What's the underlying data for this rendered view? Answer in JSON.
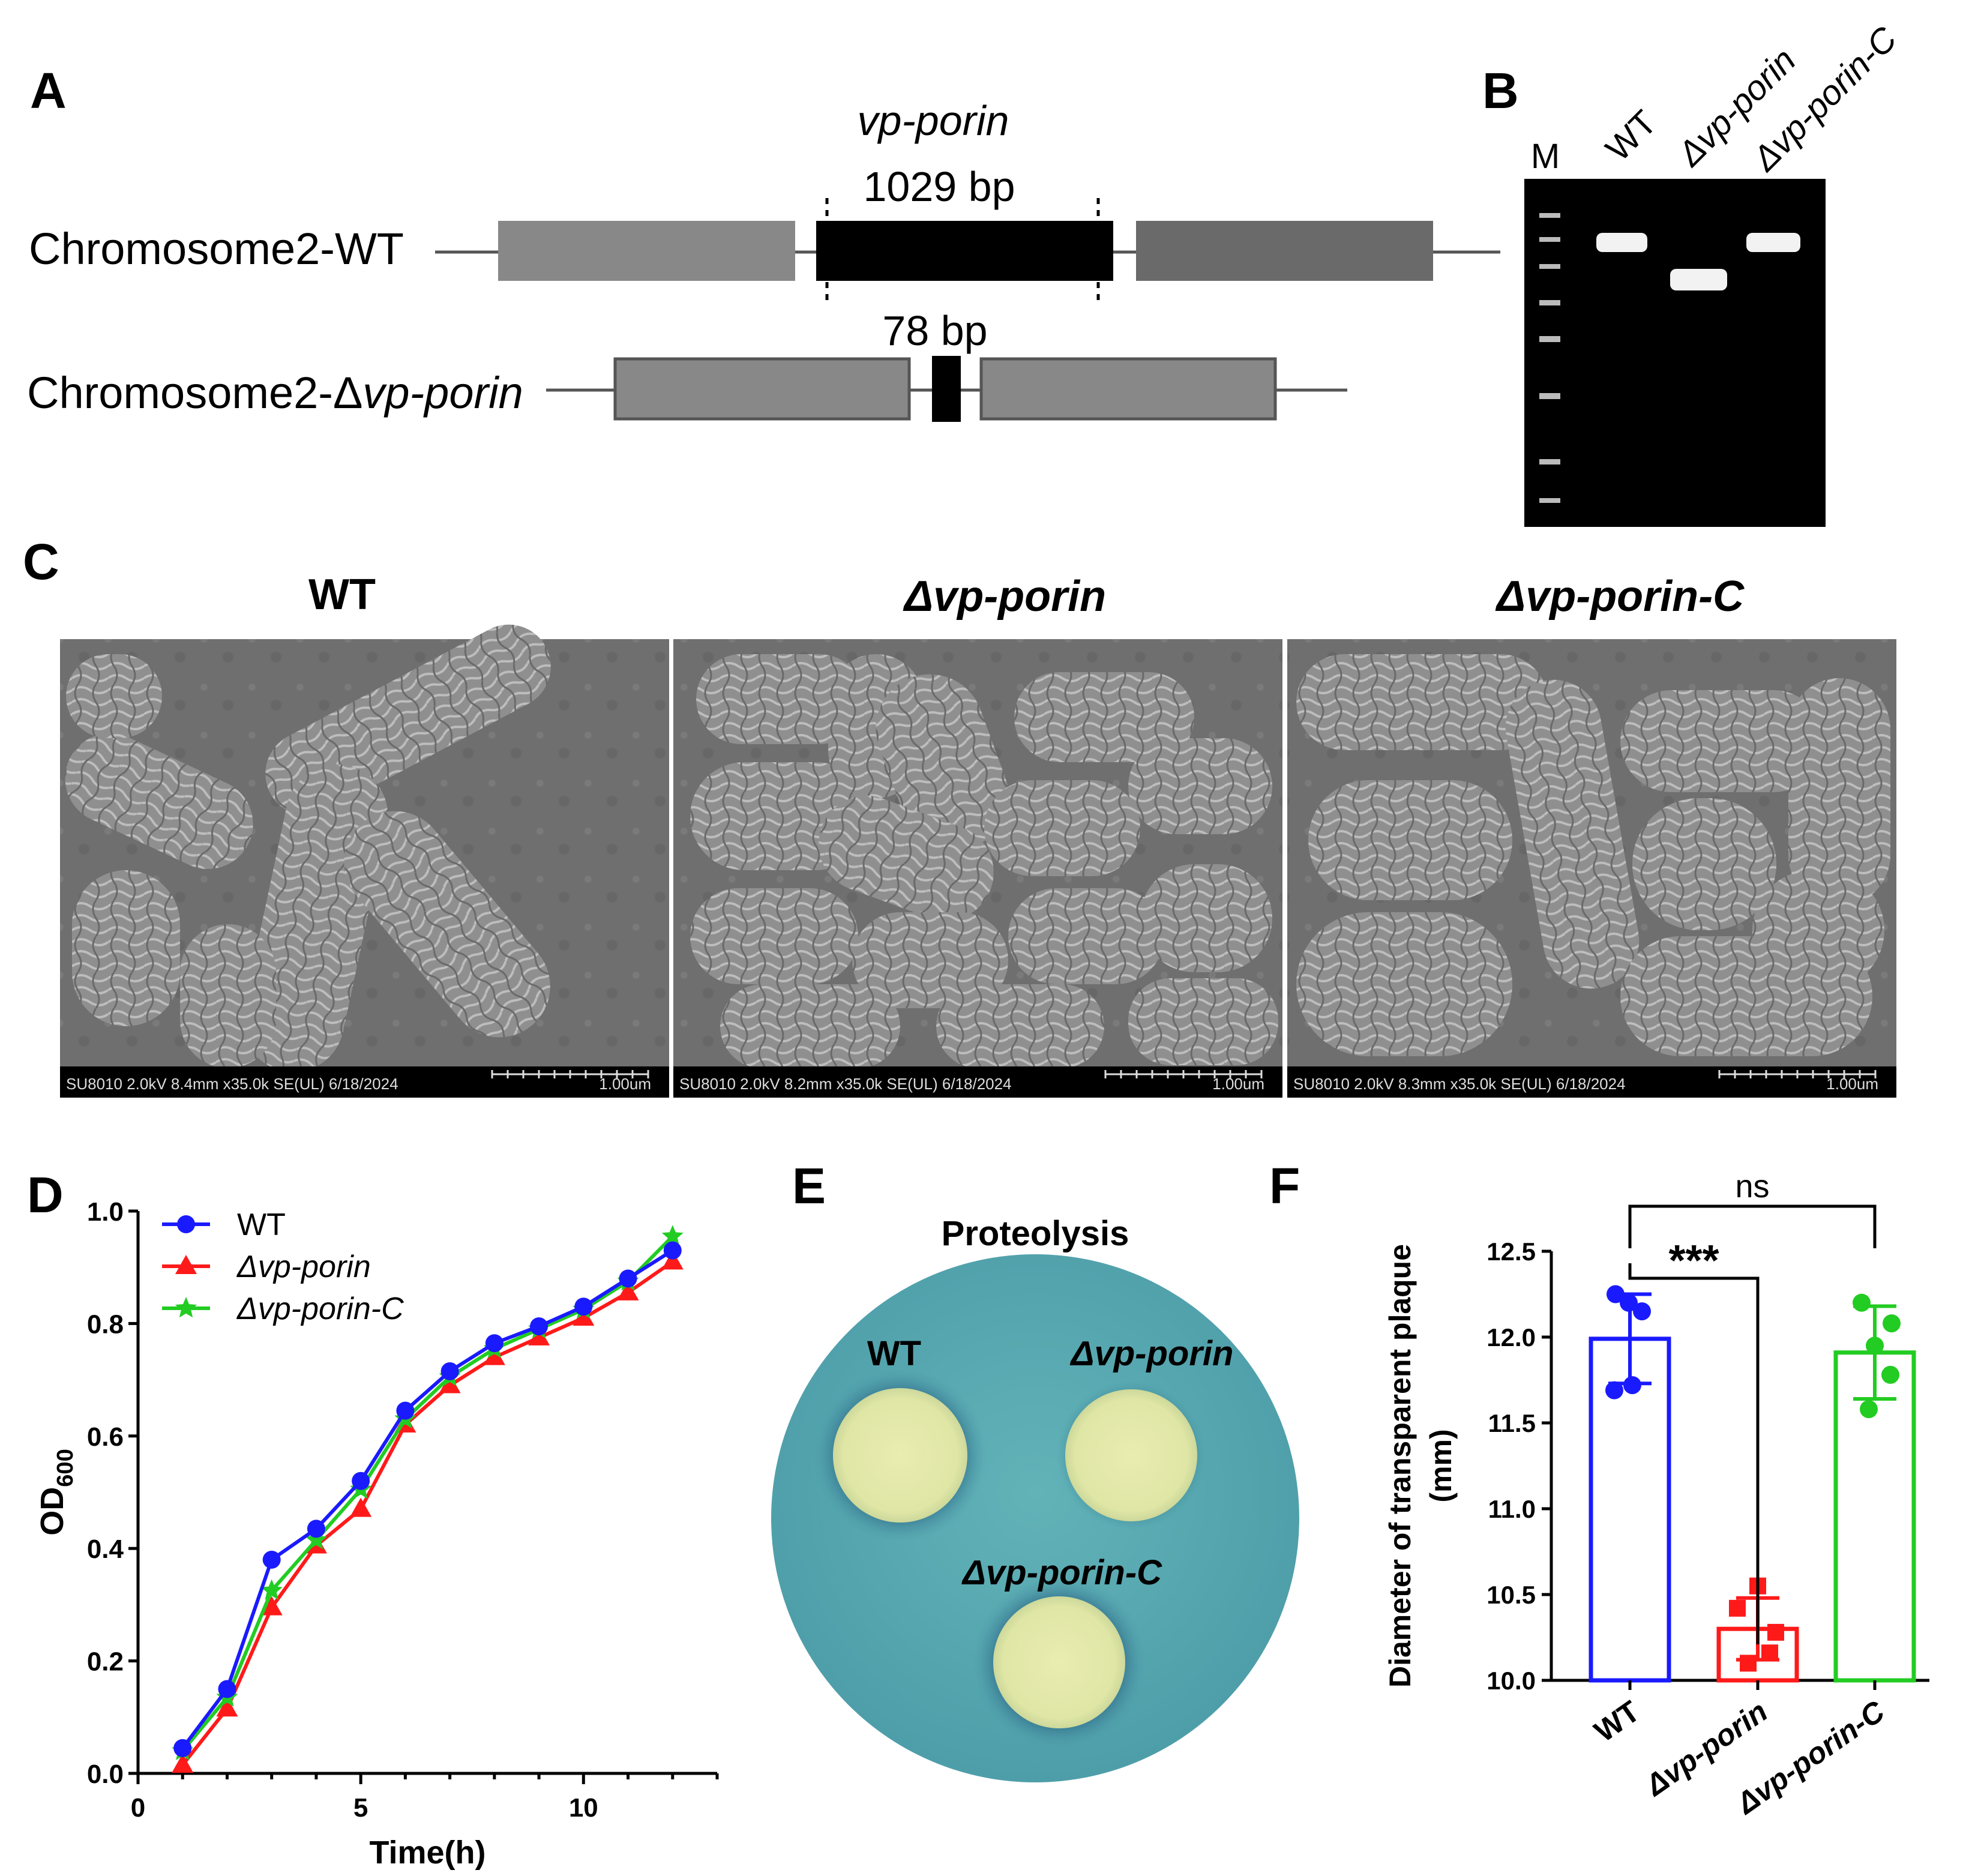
{
  "panels": {
    "A": "A",
    "B": "B",
    "C": "C",
    "D": "D",
    "E": "E",
    "F": "F"
  },
  "panel_a": {
    "gene_name": "vp-porin",
    "wt_size": "1029 bp",
    "mut_size": "78 bp",
    "wt_label": "Chromosome2-WT",
    "mut_label_prefix": "Chromosome2-Δ",
    "mut_label_gene": "vp-porin"
  },
  "panel_b": {
    "lanes": [
      "M",
      "WT",
      "Δvp-porin",
      "Δvp-porin-C"
    ]
  },
  "panel_c": {
    "titles": [
      "WT",
      "Δvp-porin",
      "Δvp-porin-C"
    ],
    "captions": [
      "SU8010 2.0kV 8.4mm x35.0k SE(UL) 6/18/2024",
      "SU8010 2.0kV 8.2mm x35.0k SE(UL) 6/18/2024",
      "SU8010 2.0kV 8.3mm x35.0k SE(UL) 6/18/2024"
    ],
    "scale": "1.00um"
  },
  "panel_e": {
    "title": "Proteolysis",
    "colonies": [
      "WT",
      "Δvp-porin",
      "Δvp-porin-C"
    ]
  },
  "colors": {
    "wt": "#1a1aff",
    "mut": "#ff1a1a",
    "comp": "#22cc22"
  },
  "chart_data": [
    {
      "type": "line",
      "panel": "D",
      "xlabel": "Time(h)",
      "ylabel": "OD600",
      "xlim": [
        0,
        13
      ],
      "ylim": [
        0,
        1.0
      ],
      "xticks": [
        "0",
        "5",
        "10"
      ],
      "yticks": [
        "0.0",
        "0.2",
        "0.4",
        "0.6",
        "0.8",
        "1.0"
      ],
      "x": [
        1,
        2,
        3,
        4,
        5,
        6,
        7,
        8,
        9,
        10,
        11,
        12
      ],
      "series": [
        {
          "name": "WT",
          "values": [
            0.045,
            0.15,
            0.38,
            0.435,
            0.52,
            0.645,
            0.715,
            0.765,
            0.795,
            0.83,
            0.88,
            0.93
          ]
        },
        {
          "name": "Δvp-porin",
          "values": [
            0.015,
            0.115,
            0.295,
            0.405,
            0.47,
            0.62,
            0.69,
            0.74,
            0.775,
            0.81,
            0.855,
            0.91
          ]
        },
        {
          "name": "Δvp-porin-C",
          "values": [
            0.04,
            0.135,
            0.325,
            0.415,
            0.505,
            0.63,
            0.705,
            0.755,
            0.79,
            0.825,
            0.875,
            0.955
          ]
        }
      ],
      "legend": "top-left"
    },
    {
      "type": "bar",
      "panel": "F",
      "ylabel_line1": "Diameter of transparent plaque",
      "ylabel_line2": "(mm)",
      "categories": [
        "WT",
        "Δvp-porin",
        "Δvp-porin-C"
      ],
      "values": [
        11.99,
        10.3,
        11.91
      ],
      "sd": [
        0.26,
        0.18,
        0.27
      ],
      "points": [
        [
          12.25,
          12.15,
          12.2,
          11.72,
          11.69
        ],
        [
          10.55,
          10.42,
          10.28,
          10.1,
          10.16
        ],
        [
          12.2,
          12.08,
          11.95,
          11.78,
          11.58
        ]
      ],
      "ylim": [
        10.0,
        12.5
      ],
      "yticks": [
        "10.0",
        "10.5",
        "11.0",
        "11.5",
        "12.0",
        "12.5"
      ],
      "significance": [
        {
          "pair": [
            "WT",
            "Δvp-porin"
          ],
          "label": "***"
        },
        {
          "pair": [
            "WT",
            "Δvp-porin-C"
          ],
          "label": "ns"
        }
      ]
    }
  ]
}
